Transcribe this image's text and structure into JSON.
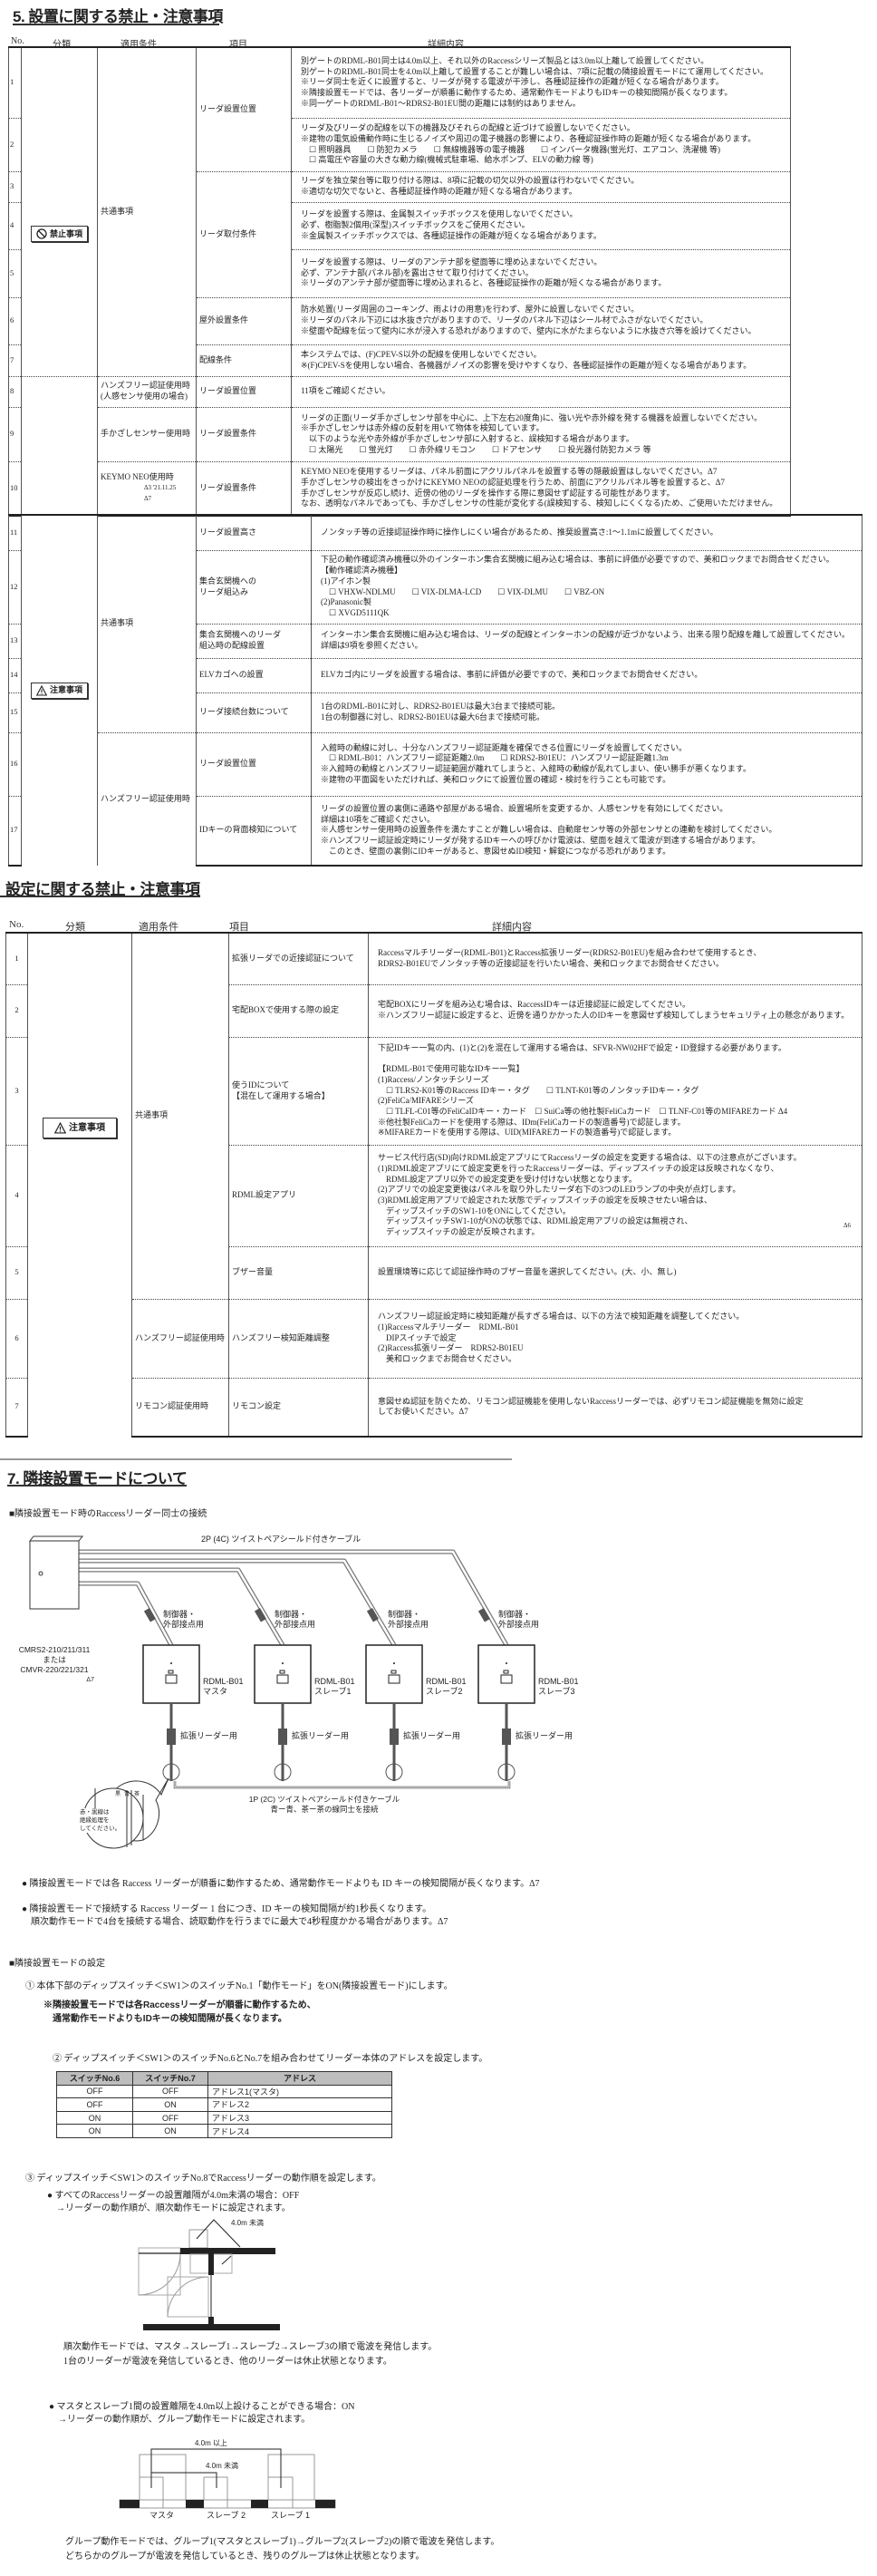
{
  "section5": {
    "title": "5. 設置に関する禁止・注意事項",
    "headers": {
      "no": "No.",
      "category": "分類",
      "condition": "適用条件",
      "item": "項目",
      "detail": "詳細内容"
    },
    "prohibited_badge": "禁止事項",
    "caution_badge": "注意事項",
    "conditions": {
      "common": "共通事項",
      "handsfree_sensor": "ハンズフリー認証使用時",
      "handsfree_sensor2": "(人感センサ使用の場合)",
      "hand_sensor": "手かざしセンサー使用時",
      "keymo": "KEYMO NEO使用時",
      "keymo_rev1": "Δ3 '21.11.25",
      "keymo_rev2": "Δ7",
      "common2": "共通事項",
      "handsfree": "ハンズフリー認証使用時"
    },
    "rows": [
      {
        "no": "1",
        "item": "リーダ設置位置",
        "detail": [
          "別ゲートのRDML-B01同士は4.0m以上、それ以外のRaccessシリーズ製品とは3.0m以上離して設置してください。",
          "別ゲートのRDML-B01同士を4.0m以上離して設置することが難しい場合は、7項に記載の隣接設置モードにて運用してください。",
          "※リーダ同士を近くに設置すると、リーダが発する電波が干渉し、各種認証操作の距離が短くなる場合があります。",
          "※隣接設置モードでは、各リーダーが順番に動作するため、通常動作モードよりもIDキーの検知間隔が長くなります。",
          "※同一ゲートのRDML-B01～RDRS2-B01EU間の距離には制約はありません。"
        ]
      },
      {
        "no": "2",
        "detail": [
          "リーダ及びリーダの配線を以下の機器及びそれらの配線と近づけて設置しないでください。",
          "※建物の電気設備動作時に生じるノイズや周辺の電子機器の影響により、各種認証操作時の距離が短くなる場合があります。",
          "　☐ 照明器具　　☐ 防犯カメラ　　☐ 無線機器等の電子機器　　☐ インバータ機器(蛍光灯、エアコン、洗濯機 等)",
          "　☐ 高電圧や容量の大きな動力線(機械式駐車場、給水ポンプ、ELVの動力線 等)"
        ]
      },
      {
        "no": "3",
        "item": "リーダ取付条件",
        "detail": [
          "リーダを独立架台等に取り付ける際は、8項に記載の切欠以外の設置は行わないでください。",
          "※適切な切欠でないと、各種認証操作時の距離が短くなる場合があります。"
        ]
      },
      {
        "no": "4",
        "detail": [
          "リーダを設置する際は、金属製スイッチボックスを使用しないでください。",
          "必ず、樹脂製2個用(深型)スイッチボックスをご使用ください。",
          "※金属製スイッチボックスでは、各種認証操作の距離が短くなる場合があります。"
        ]
      },
      {
        "no": "5",
        "detail": [
          "リーダを設置する際は、リーダのアンテナ部を壁面等に埋め込まないでください。",
          "必ず、アンテナ部(パネル部)を露出させて取り付けてください。",
          "※リーダのアンテナ部が壁面等に埋め込まれると、各種認証操作の距離が短くなる場合があります。"
        ]
      },
      {
        "no": "6",
        "item": "屋外設置条件",
        "detail": [
          "防水処置(リーダ周囲のコーキング、雨よけの用意)を行わず、屋外に設置しないでください。",
          "※リーダのパネル下辺には水抜き穴がありますので、リーダのパネル下辺はシール材でふさがないでください。",
          "※壁面や配線を伝って壁内に水が浸入する恐れがありますので、壁内に水がたまらないように水抜き穴等を設けてください。"
        ]
      },
      {
        "no": "7",
        "item": "配線条件",
        "detail": [
          "本システムでは、(F)CPEV-S以外の配線を使用しないでください。",
          "※(F)CPEV-Sを使用しない場合、各機器がノイズの影響を受けやすくなり、各種認証操作の距離が短くなる場合があります。"
        ]
      },
      {
        "no": "8",
        "item": "リーダ設置位置",
        "detail": [
          "11項をご確認ください。"
        ]
      },
      {
        "no": "9",
        "item": "リーダ設置条件",
        "detail": [
          "リーダの正面(リーダ手かざしセンサ部を中心に、上下左右20度角)に、強い光や赤外線を発する機器を設置しないでください。",
          "※手かざしセンサは赤外線の反射を用いて物体を検知しています。",
          "　以下のような光や赤外線が手かざしセンサ部に入射すると、誤検知する場合があります。",
          "　☐ 太陽光　　☐ 蛍光灯　　☐ 赤外線リモコン　　☐ ドアセンサ　　☐ 投光器付防犯カメラ 等"
        ]
      },
      {
        "no": "10",
        "item": "リーダ設置条件",
        "detail": [
          "KEYMO NEOを使用するリーダは、パネル前面にアクリルパネルを設置する等の隠蔽設置はしないでください。Δ7",
          "手かざしセンサの検出をきっかけにKEYMO NEOの認証処理を行うため、前面にアクリルパネル等を設置すると、Δ7",
          "手かざしセンサが反応し続け、近傍の他のリーダを操作する際に意図せず認証する可能性があります。",
          "なお、透明なパネルであっても、手かざしセンサの性能が変化する(誤検知する、検知しにくくなる)ため、ご使用いただけません。"
        ]
      },
      {
        "no": "11",
        "item": "リーダ設置高さ",
        "detail": [
          "ノンタッチ等の近接認証操作時に操作しにくい場合があるため、推奨設置高さ:1～1.1mに設置してください。"
        ]
      },
      {
        "no": "12",
        "item": [
          "集合玄関機への",
          "リーダ組込み"
        ],
        "detail": [
          "下記の動作確認済み機種以外のインターホン集合玄関機に組み込む場合は、事前に評価が必要ですので、美和ロックまでお問合せください。",
          "【動作確認済み機種】",
          "(1)アイホン製",
          "　☐ VHXW-NDLMU　　☐ VIX-DLMA-LCD　　☐ VIX-DLMU　　☐ VBZ-ON",
          "(2)Panasonic製",
          "　☐ XVGD5111QK"
        ]
      },
      {
        "no": "13",
        "item": [
          "集合玄関機へのリーダ",
          "組込時の配線設置"
        ],
        "detail": [
          "インターホン集合玄関機に組み込む場合は、リーダの配線とインターホンの配線が近づかないよう、出来る限り配線を離して設置してください。",
          "詳細は9項を参照ください。"
        ]
      },
      {
        "no": "14",
        "item": "ELVカゴへの設置",
        "detail": [
          "ELVカゴ内にリーダを設置する場合は、事前に評価が必要ですので、美和ロックまでお問合せください。"
        ]
      },
      {
        "no": "15",
        "item": "リーダ接続台数について",
        "detail": [
          "1台のRDML-B01に対し、RDRS2-B01EUは最大3台まで接続可能。",
          "1台の制御器に対し、RDRS2-B01EUは最大6台まで接続可能。"
        ]
      },
      {
        "no": "16",
        "item": "リーダ設置位置",
        "detail": [
          "入館時の動線に対し、十分なハンズフリー認証距離を確保できる位置にリーダを設置してください。",
          "　☐ RDML-B01：ハンズフリー認証距離2.0m　　☐ RDRS2-B01EU：ハンズフリー認証距離1.3m",
          "※入館時の動線とハンズフリー認証範囲が離れてしまうと、入館時の動線が乱れてしまい、使い勝手が悪くなります。",
          "※建物の平面図をいただければ、美和ロックにて設置位置の確認・検討を行うことも可能です。"
        ]
      },
      {
        "no": "17",
        "item": "IDキーの背面検知について",
        "detail": [
          "リーダの設置位置の裏側に通路や部屋がある場合、設置場所を変更するか、人感センサを有効にしてください。",
          "詳細は10項をご確認ください。",
          "※人感センサー使用時の設置条件を満たすことが難しい場合は、自動扉センサ等の外部センサとの連動を検討してください。",
          "※ハンズフリー認証設定時にリーダが発するIDキーへの呼びかけ電波は、壁面を越えて電波が到達する場合があります。",
          "　このとき、壁面の裏側にIDキーがあると、意図せぬID検知・解錠につながる恐れがあります。"
        ]
      }
    ]
  },
  "settings": {
    "title": "設定に関する禁止・注意事項",
    "headers": {
      "no": "No.",
      "category": "分類",
      "condition": "適用条件",
      "item": "項目",
      "detail": "詳細内容"
    },
    "caution_badge": "注意事項",
    "conditions": {
      "common": "共通事項",
      "handsfree": "ハンズフリー認証使用時",
      "remote": "リモコン認証使用時"
    },
    "rev_mark": "Δ6",
    "rows": [
      {
        "no": "1",
        "item": "拡張リーダでの近接認証について",
        "detail": [
          "Raccessマルチリーダー(RDML-B01)とRaccess拡張リーダー(RDRS2-B01EU)を組み合わせて使用するとき、",
          "RDRS2-B01EUでノンタッチ等の近接認証を行いたい場合、美和ロックまでお問合せください。"
        ]
      },
      {
        "no": "2",
        "item": "宅配BOXで使用する際の設定",
        "detail": [
          "宅配BOXにリーダを組み込む場合は、RaccessIDキーは近接認証に設定してください。",
          "※ハンズフリー認証に設定すると、近傍を通りかかった人のIDキーを意図せず検知してしまうセキュリティ上の懸念があります。"
        ]
      },
      {
        "no": "3",
        "item": [
          "使うIDについて",
          "【混在して運用する場合】"
        ],
        "detail": [
          "下記IDキー一覧の内、(1)と(2)を混在して運用する場合は、SFVR-NW02HFで設定・ID登録する必要があります。",
          "",
          "【RDML-B01で使用可能なIDキー一覧】",
          "(1)Raccess/ノンタッチシリーズ",
          "　☐ TLRS2-K01等のRaccess IDキー・タグ　　☐ TLNT-K01等のノンタッチIDキー・タグ",
          "(2)FeliCa/MIFAREシリーズ",
          "　☐ TLFL-C01等のFeliCaIDキー・カード　☐ SuiCa等の他社製FeliCaカード　☐ TLNF-C01等のMIFAREカード Δ4",
          "※他社製FeliCaカードを使用する際は、IDm(FeliCaカードの製造番号)で認証します。",
          "※MIFAREカードを使用する際は、UID(MIFAREカードの製造番号)で認証します。"
        ]
      },
      {
        "no": "4",
        "item": "RDML設定アプリ",
        "detail": [
          "サービス代行店(SD)向けRDML設定アプリにてRaccessリーダの設定を変更する場合は、以下の注意点がございます。",
          "(1)RDML設定アプリにて設定変更を行ったRaccessリーダーは、ディップスイッチの設定は反映されなくなり、",
          "　RDML設定アプリ以外での設定変更を受け付けない状態となります。",
          "(2)アプリでの設定変更後はパネルを取り外したリーダ右下の3つのLEDランプの中央が点灯します。",
          "(3)RDML設定用アプリで設定された状態でディップスイッチの設定を反映させたい場合は、",
          "　ディップスイッチのSW1-10をONにしてください。",
          "　ディップスイッチSW1-10がONの状態では、RDML設定用アプリの設定は無視され、",
          "　ディップスイッチの設定が反映されます。"
        ]
      },
      {
        "no": "5",
        "item": "ブザー音量",
        "detail": [
          "設置環境等に応じて認証操作時のブザー音量を選択してください。(大、小、無し)"
        ]
      },
      {
        "no": "6",
        "item": "ハンズフリー検知距離調整",
        "detail": [
          "ハンズフリー認証設定時に検知距離が長すぎる場合は、以下の方法で検知距離を調整してください。",
          "(1)Raccessマルチリーダー　RDML-B01",
          "　DIPスイッチで設定",
          "(2)Raccess拡張リーダー　RDRS2-B01EU",
          "　美和ロックまでお問合せください。"
        ]
      },
      {
        "no": "7",
        "item": "リモコン設定",
        "detail": [
          "意図せぬ認証を防ぐため、リモコン認証機能を使用しないRaccessリーダーでは、必ずリモコン認証機能を無効に設定",
          "してお使いください。Δ7"
        ]
      }
    ]
  },
  "section7": {
    "title": "7. 隣接設置モードについて",
    "connection_heading": "■隣接設置モード時のRaccessリーダー同士の接続",
    "diagram": {
      "cable_top": "2P (4C) ツイストペアシールド付きケーブル",
      "controller": [
        "CMRS2-210/211/311",
        "または",
        "CMVR-220/221/321"
      ],
      "controller_rev": "Δ7",
      "controller_port": [
        "制御器・",
        "外部接点用"
      ],
      "ext_port": "拡張リーダー用",
      "readers": [
        {
          "model": "RDML-B01",
          "role": "マスタ"
        },
        {
          "model": "RDML-B01",
          "role": "スレーブ1"
        },
        {
          "model": "RDML-B01",
          "role": "スレーブ2"
        },
        {
          "model": "RDML-B01",
          "role": "スレーブ3"
        }
      ],
      "cable_bottom": [
        "1P (2C) ツイストペアシールド付きケーブル",
        "青ー青、茶ー茶の線同士を接続"
      ],
      "callout": [
        "赤・黒線は",
        "絶縁処理を",
        "してください。"
      ],
      "wire_labels": [
        "黒",
        "青",
        "茶"
      ]
    },
    "notes": [
      "● 隣接設置モードでは各 Raccess リーダーが順番に動作するため、通常動作モードよりも ID キーの検知間隔が長くなります。Δ7",
      "● 隣接設置モードで接続する Raccess リーダー 1 台につき、ID キーの検知間隔が約1秒長くなります。",
      "　順次動作モードで4台を接続する場合、読取動作を行うまでに最大で4秒程度かかる場合があります。Δ7"
    ],
    "setting_heading": "■隣接設置モードの設定",
    "step1": "① 本体下部のディップスイッチ＜SW1＞のスイッチNo.1「動作モード」をON(隣接設置モード)にします。",
    "step1_note": [
      "※隣接設置モードでは各Raccessリーダーが順番に動作するため、",
      "　通常動作モードよりもIDキーの検知間隔が長くなります。"
    ],
    "step2": "② ディップスイッチ＜SW1＞のスイッチNo.6とNo.7を組み合わせてリーダー本体のアドレスを設定します。",
    "address_table": {
      "headers": [
        "スイッチNo.6",
        "スイッチNo.7",
        "アドレス"
      ],
      "rows": [
        [
          "OFF",
          "OFF",
          "アドレス1(マスタ)"
        ],
        [
          "OFF",
          "ON",
          "アドレス2"
        ],
        [
          "ON",
          "OFF",
          "アドレス3"
        ],
        [
          "ON",
          "ON",
          "アドレス4"
        ]
      ]
    },
    "step3": "③ ディップスイッチ＜SW1＞のスイッチNo.8でRaccessリーダーの動作順を設定します。",
    "sequential": {
      "bullet": [
        "● すべてのRaccessリーダーの設置離隔が4.0m未満の場合：OFF",
        "　→リーダーの動作順が、順次動作モードに設定されます。"
      ],
      "dim": "4.0m 未満",
      "caption": [
        "順次動作モードでは、マスタ→スレーブ1→スレーブ2→スレーブ3の順で電波を発信します。",
        "1台のリーダーが電波を発信しているとき、他のリーダーは休止状態となります。"
      ]
    },
    "group": {
      "bullet": [
        "● マスタとスレーブ1間の設置離隔を4.0m以上設けることができる場合：ON",
        "　→リーダーの動作順が、グループ動作モードに設定されます。"
      ],
      "dim_over": "4.0m 以上",
      "dim_under": "4.0m 未満",
      "labels": [
        "マスタ",
        "スレーブ 2",
        "スレーブ 1"
      ],
      "caption": [
        "グループ動作モードでは、グループ1(マスタとスレーブ1)→グループ2(スレーブ2)の順で電波を発信します。",
        "どちらかのグループが電波を発信しているとき、残りのグループは休止状態となります。"
      ]
    }
  }
}
